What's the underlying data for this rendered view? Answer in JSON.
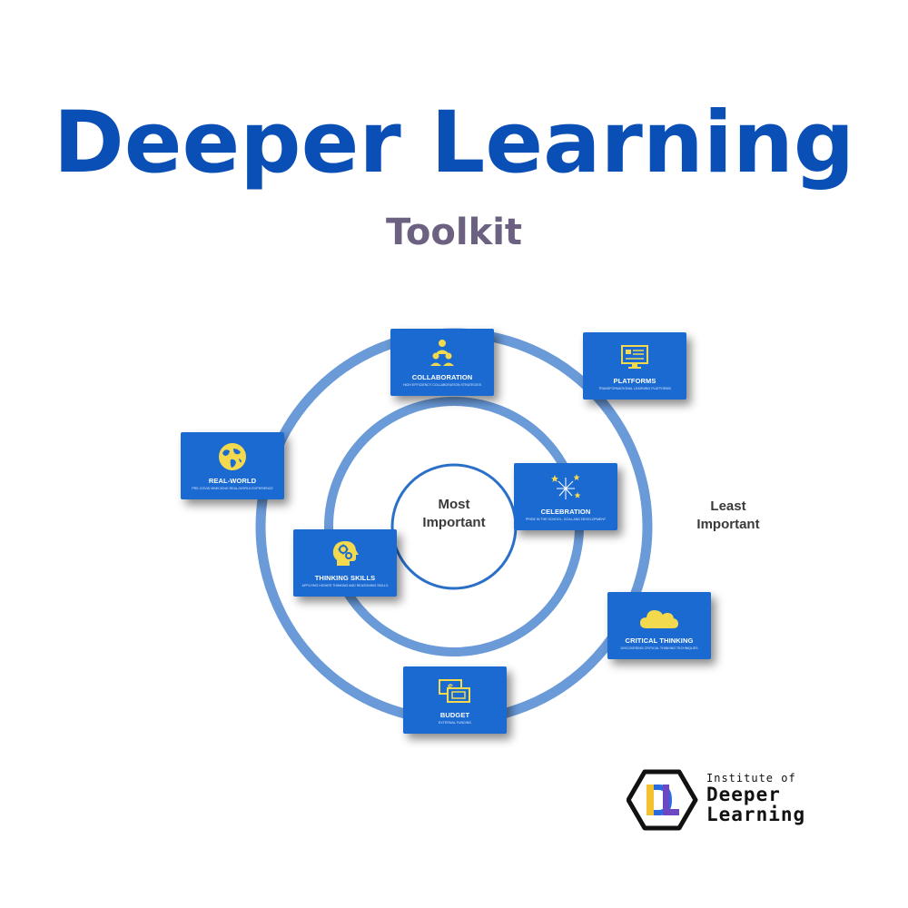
{
  "header": {
    "title": "Deeper Learning",
    "subtitle": "Toolkit"
  },
  "diagram": {
    "center_label": "Most\nImportant",
    "outer_label": "Least\nImportant",
    "ring_color": "#6a9ad8",
    "inner_ring_color": "#2a70c9",
    "card_color": "#1a6ad2",
    "icon_color": "#f2d94e",
    "cards": [
      {
        "id": "collaboration",
        "title": "COLLABORATION",
        "subtitle": "HIGH EFFICIENCY COLLABORATION STRATEGIES",
        "icon": "people-icon"
      },
      {
        "id": "platforms",
        "title": "PLATFORMS",
        "subtitle": "TRANSFORMATIONAL LEARNING PLATFORMS",
        "icon": "monitor-icon"
      },
      {
        "id": "real-world",
        "title": "REAL-WORLD",
        "subtitle": "PRE-COVID MIMICKING REAL-WORLD EXPERIENCE",
        "icon": "globe-icon"
      },
      {
        "id": "celebration",
        "title": "CELEBRATION",
        "subtitle": "PRIDE IN THE SCHOOL, GOAL AND DEVELOPMENT",
        "icon": "fireworks-icon"
      },
      {
        "id": "thinking-skills",
        "title": "THINKING SKILLS",
        "subtitle": "APPLYING HIGHER THINKING AND REASONING SKILLS",
        "icon": "head-gears-icon"
      },
      {
        "id": "critical-thinking",
        "title": "CRITICAL THINKING",
        "subtitle": "DISCOVERING CRITICAL THINKING TECHNIQUES",
        "icon": "cloud-icon"
      },
      {
        "id": "budget",
        "title": "BUDGET",
        "subtitle": "EXTERNAL FUNDING",
        "icon": "money-icon"
      }
    ]
  },
  "logo": {
    "line1": "Institute of",
    "line2": "Deeper",
    "line3": "Learning",
    "mark_letters": "DL",
    "colors": {
      "frame": "#111111",
      "yellow": "#f2c230",
      "purple": "#6b47c4",
      "blue": "#2a6be0"
    }
  }
}
